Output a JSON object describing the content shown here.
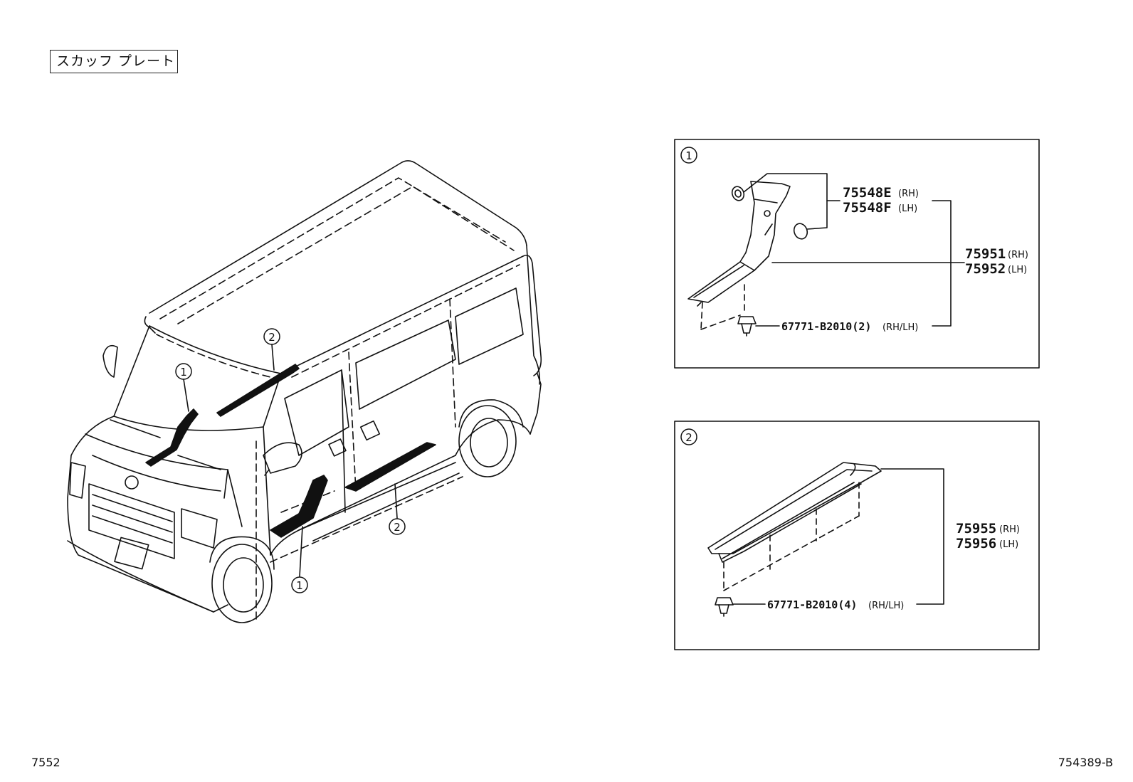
{
  "header": {
    "title": "スカッフ プレート"
  },
  "footer": {
    "left_code": "7552",
    "right_code": "754389-B"
  },
  "callouts": {
    "one": "1",
    "two": "2"
  },
  "box1": {
    "part_a_rh": "75548E",
    "part_a_rh_side": "(RH)",
    "part_a_lh": "75548F",
    "part_a_lh_side": "(LH)",
    "part_b_rh": "75951",
    "part_b_rh_side": "(RH)",
    "part_b_lh": "75952",
    "part_b_lh_side": "(LH)",
    "clip": "67771-B2010(2)",
    "clip_side": "(RH/LH)"
  },
  "box2": {
    "part_rh": "75955",
    "part_rh_side": "(RH)",
    "part_lh": "75956",
    "part_lh_side": "(LH)",
    "clip": "67771-B2010(4)",
    "clip_side": "(RH/LH)"
  }
}
